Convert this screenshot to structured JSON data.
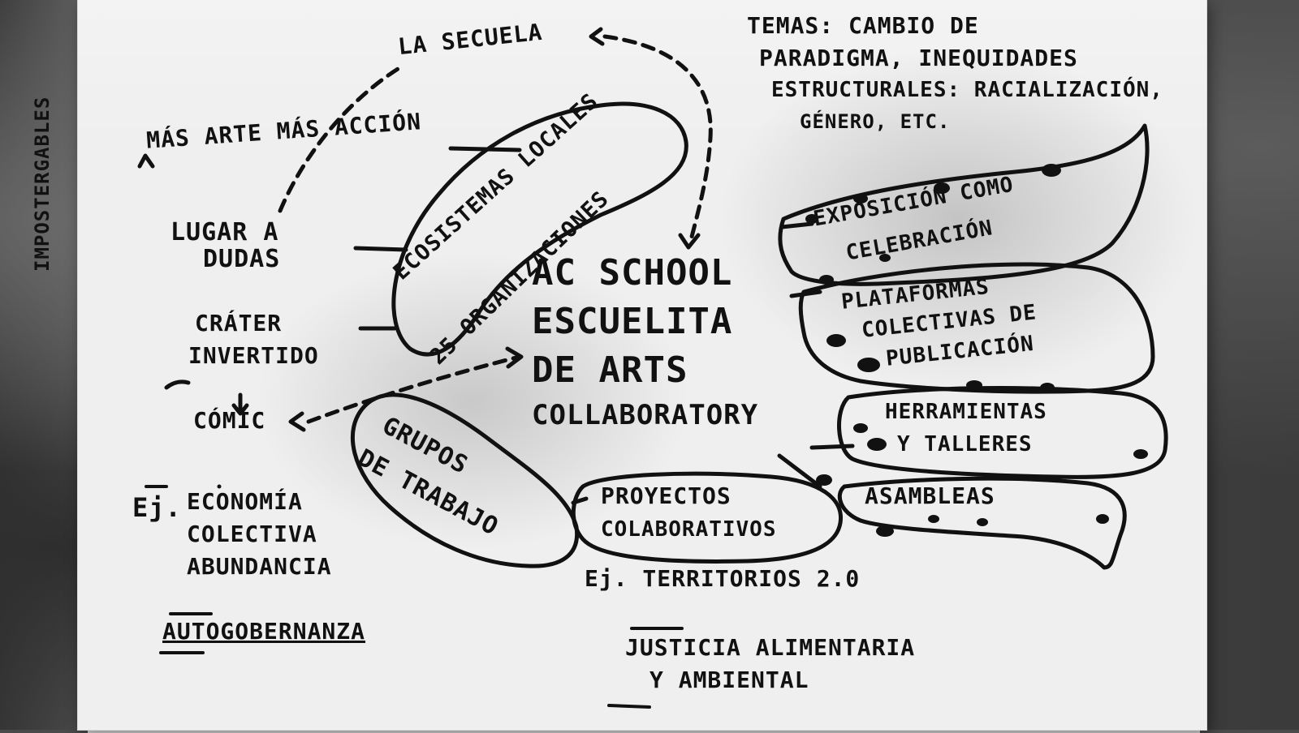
{
  "sketch": {
    "temas": {
      "line1": "TEMAS: CAMBIO DE",
      "line2": "PARADIGMA, INEQUIDADES",
      "line3": "ESTRUCTURALES: RACIALIZACIÓN,",
      "line4": "GÉNERO, ETC."
    },
    "la_secuela": "LA SECUELA",
    "mas_arte": "MÁS ARTE MÁS ACCIÓN",
    "impostergables": "IMPOSTERGABLES",
    "lugar_a": "LUGAR A",
    "dudas": "DUDAS",
    "crater": "CRÁTER",
    "invertido": "INVERTIDO",
    "comic": "CÓMIC",
    "ecosistemas": {
      "line1": "ECOSISTEMAS LOCALES",
      "line2": "25 ORGANIZACIONES"
    },
    "center": {
      "line1": "AC SCHOOL",
      "line2": "ESCUELITA",
      "line3": "DE ARTS",
      "line4": "COLLABORATORY"
    },
    "grupos": {
      "line1": "GRUPOS",
      "line2": "DE TRABAJO"
    },
    "proyectos": {
      "line1": "PROYECTOS",
      "line2": "COLABORATIVOS"
    },
    "exposicion": {
      "line1": "EXPOSICIÓN COMO",
      "line2": "CELEBRACIÓN"
    },
    "plataformas": {
      "line1": "PLATAFORMAS",
      "line2": "COLECTIVAS DE",
      "line3": "PUBLICACIÓN"
    },
    "herramientas": {
      "line1": "HERRAMIENTAS",
      "line2": "Y TALLERES"
    },
    "asambleas": "ASAMBLEAS",
    "ej_economia": {
      "prefix": "Ej.",
      "line1": "ECONOMÍA",
      "line2": "COLECTIVA",
      "line3": "ABUNDANCIA"
    },
    "autogobernanza": "AUTOGOBERNANZA",
    "ej_territorios": "Ej. TERRITORIOS 2.0",
    "justicia": {
      "line1": "JUSTICIA ALIMENTARIA",
      "line2": "Y AMBIENTAL"
    }
  }
}
